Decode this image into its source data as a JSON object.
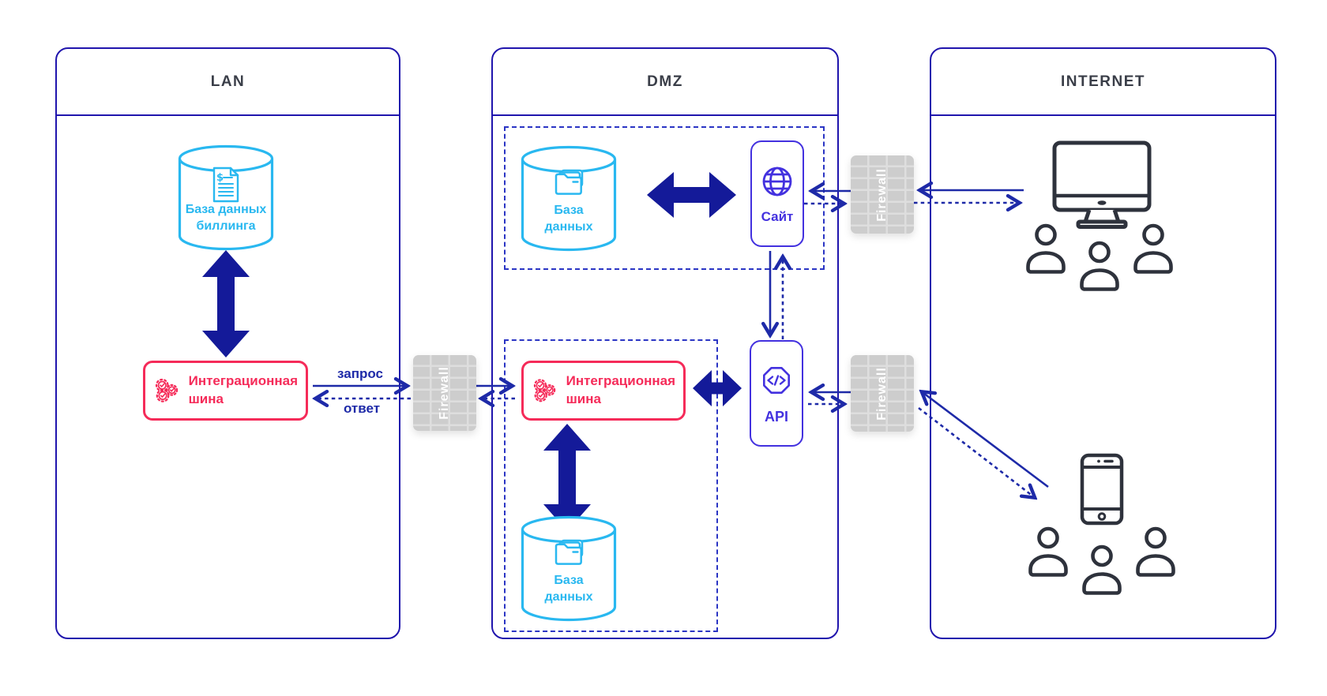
{
  "zones": {
    "lan": {
      "title": "LAN"
    },
    "dmz": {
      "title": "DMZ"
    },
    "internet": {
      "title": "INTERNET"
    }
  },
  "nodes": {
    "billing_db": {
      "label": "База данных\nбиллинга",
      "icon": "billing-document-icon"
    },
    "lan_bus": {
      "label": "Интеграционная\nшина",
      "icon": "gears-icon"
    },
    "dmz_web_db": {
      "label": "База\nданных",
      "icon": "folder-icon"
    },
    "site": {
      "label": "Сайт",
      "icon": "globe-icon"
    },
    "dmz_bus": {
      "label": "Интеграционная\nшина",
      "icon": "gears-icon"
    },
    "dmz_bus_db": {
      "label": "База\nданных",
      "icon": "folder-icon"
    },
    "api": {
      "label": "API",
      "icon": "code-badge-icon"
    }
  },
  "firewalls": [
    {
      "label": "Firewall"
    },
    {
      "label": "Firewall"
    },
    {
      "label": "Firewall"
    }
  ],
  "edge_labels": {
    "request": "запрос",
    "response": "ответ"
  },
  "actors": {
    "desktop_users": {
      "icon": "monitor-icon",
      "group_icon": "users-icon"
    },
    "mobile_users": {
      "icon": "smartphone-icon",
      "group_icon": "users-icon"
    }
  },
  "colors": {
    "zone_border": "#2015ad",
    "subzone_dash": "#2b35c4",
    "cyan": "#29b8f0",
    "red": "#f52b59",
    "violet": "#4331df",
    "thick_arrow_navy": "#141a99",
    "thin_arrow_blue": "#1e2aa8",
    "firewall_gray": "#cdcdcd",
    "device_outline": "#2e323c",
    "zone_title_text": "#3a3e48"
  }
}
